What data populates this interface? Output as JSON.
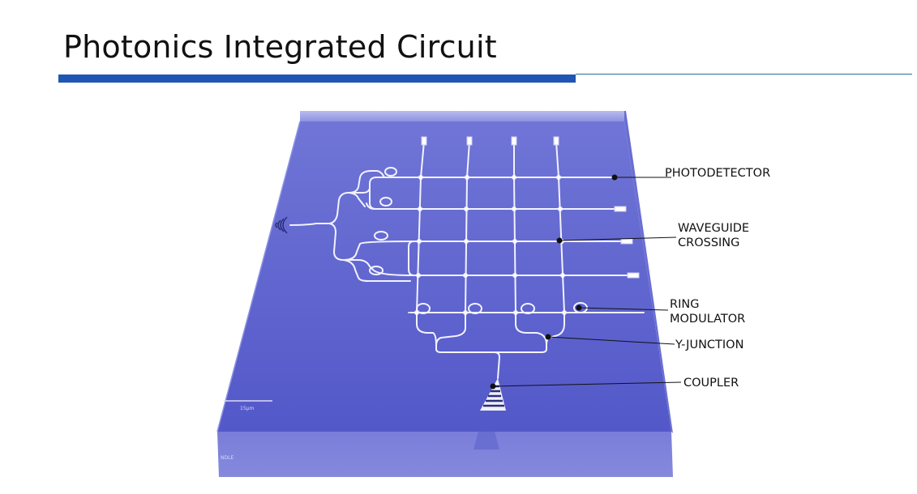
{
  "title": "Photonics Integrated Circuit",
  "labels": {
    "photodetector": "PHOTODETECTOR",
    "waveguide_line1": "WAVEGUIDE",
    "waveguide_line2": "CROSSING",
    "ring_line1": "RING",
    "ring_line2": "MODULATOR",
    "yjunction": "Y-JUNCTION",
    "coupler": "COUPLER"
  },
  "scale_bar_text": "15μm",
  "corner_text": "NDLE",
  "colors": {
    "title_bar": "#1f56b3",
    "chip_top": "#5f64d2",
    "chip_side": "#7a7ed8",
    "waveguide": "#f2f2ff"
  }
}
